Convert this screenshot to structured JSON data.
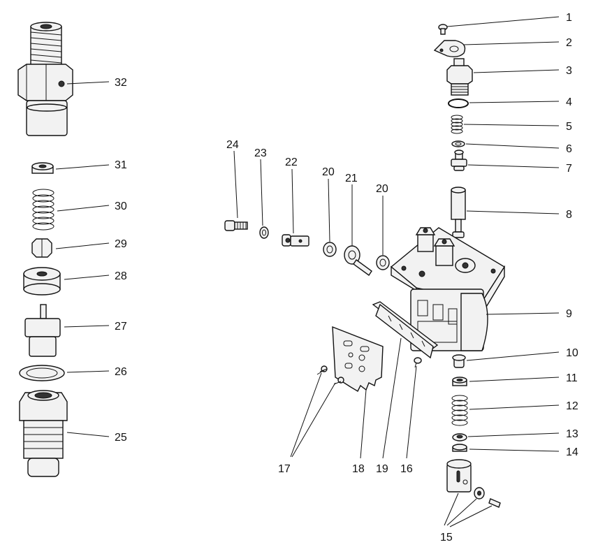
{
  "callouts": {
    "c1": "1",
    "c2": "2",
    "c3": "3",
    "c4": "4",
    "c5": "5",
    "c6": "6",
    "c7": "7",
    "c8": "8",
    "c9": "9",
    "c10": "10",
    "c11": "11",
    "c12": "12",
    "c13": "13",
    "c14": "14",
    "c15": "15",
    "c16": "16",
    "c17": "17",
    "c18": "18",
    "c19": "19",
    "c20a": "20",
    "c20b": "20",
    "c21": "21",
    "c22": "22",
    "c23": "23",
    "c24": "24",
    "c25": "25",
    "c26": "26",
    "c27": "27",
    "c28": "28",
    "c29": "29",
    "c30": "30",
    "c31": "31",
    "c32": "32"
  }
}
